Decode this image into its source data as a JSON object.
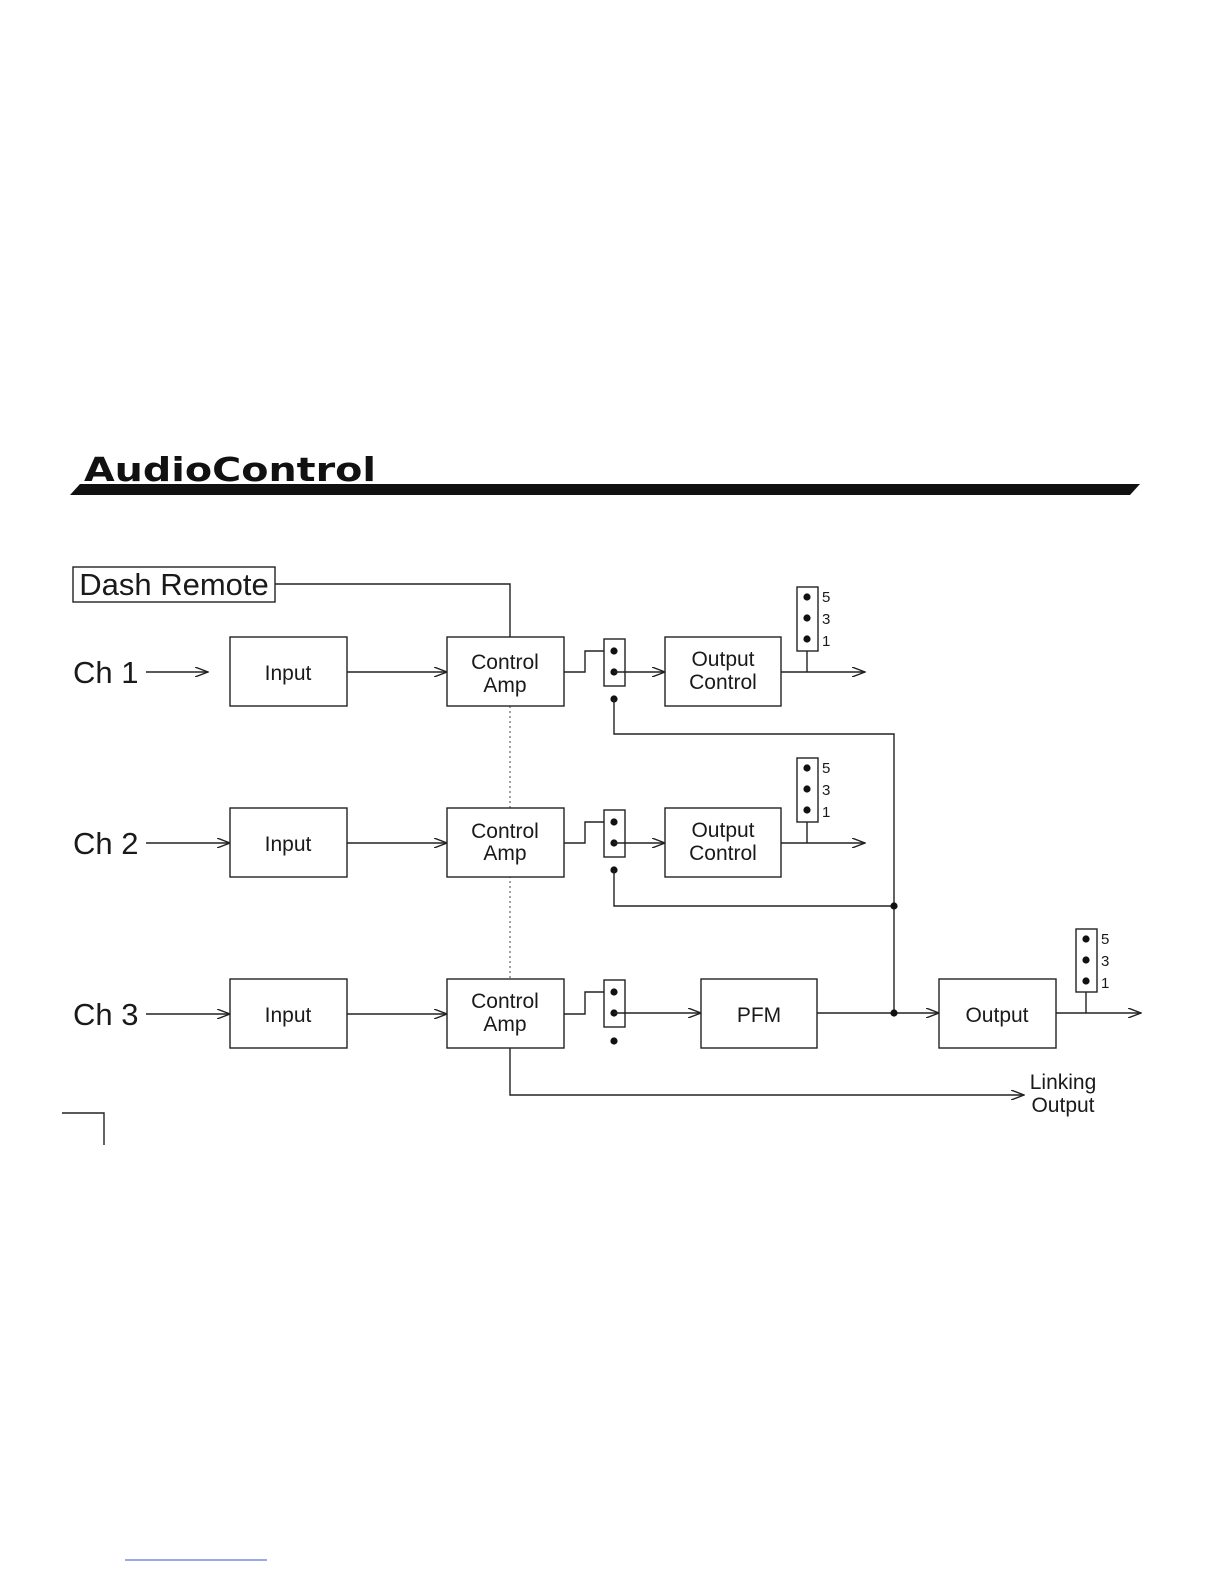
{
  "header": {
    "logo_text": "AudioControl"
  },
  "diagram": {
    "remote_label": "Dash Remote",
    "channels": [
      {
        "label": "Ch 1",
        "input_label": "Input",
        "amp_line1": "Control",
        "amp_line2": "Amp",
        "out_line1": "Output",
        "out_line2": "Control",
        "jumper_pins": [
          "5",
          "3",
          "1"
        ]
      },
      {
        "label": "Ch 2",
        "input_label": "Input",
        "amp_line1": "Control",
        "amp_line2": "Amp",
        "out_line1": "Output",
        "out_line2": "Control",
        "jumper_pins": [
          "5",
          "3",
          "1"
        ]
      },
      {
        "label": "Ch 3",
        "input_label": "Input",
        "amp_line1": "Control",
        "amp_line2": "Amp",
        "pfm_label": "PFM",
        "output_label": "Output",
        "jumper_pins": [
          "5",
          "3",
          "1"
        ]
      }
    ],
    "linking_line1": "Linking",
    "linking_line2": "Output"
  }
}
